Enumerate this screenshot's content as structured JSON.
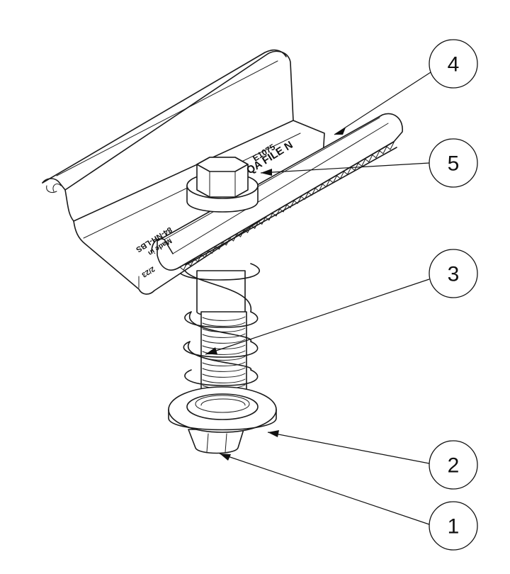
{
  "callouts": [
    {
      "id": "1",
      "label": "1"
    },
    {
      "id": "2",
      "label": "2"
    },
    {
      "id": "3",
      "label": "3"
    },
    {
      "id": "4",
      "label": "4"
    },
    {
      "id": "5",
      "label": "5"
    }
  ],
  "stamped_text": {
    "line1": "QA FILE N",
    "line2": "E1075",
    "line3": "84-NH-LBS",
    "line4": "Made in",
    "line5": "2/23"
  },
  "colors": {
    "line": "#1a1a1a",
    "background": "#ffffff"
  }
}
